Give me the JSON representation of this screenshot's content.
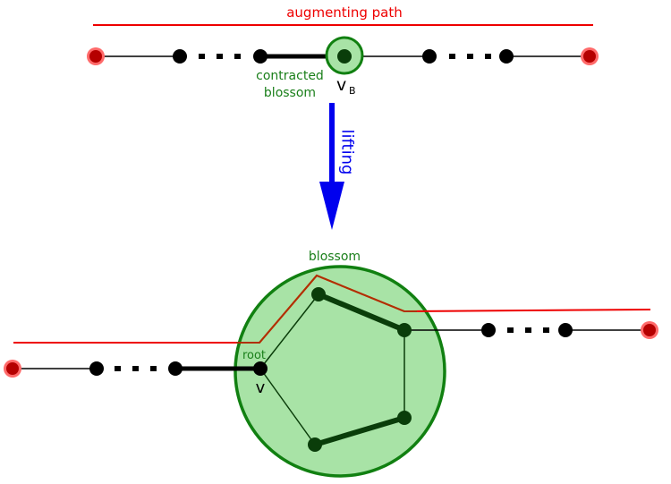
{
  "labels": {
    "augmenting_path": "augmenting path",
    "contracted_line1": "contracted",
    "contracted_line2": "blossom",
    "vb_main": "v",
    "vb_sub": "B",
    "lifting": "lifting",
    "blossom": "blossom",
    "root": "root",
    "v": "v"
  },
  "colors": {
    "augmenting_path": "#ee0000",
    "blossom_fill": "#a8e3a6",
    "blossom_stroke": "#118011",
    "blossom_text": "#1a7f1a",
    "vertex": "#000000",
    "blossom_vertex": "#0a3d0a",
    "exposed_vertex_fill": "#b50000",
    "exposed_vertex_ring": "#ff6a6a",
    "arrow": "#0000ee",
    "alternating_path": "#b03000"
  },
  "icons": {
    "exposed_vertex": "red-dot-icon",
    "vertex": "black-dot-icon",
    "ellipsis": "dots-icon"
  }
}
